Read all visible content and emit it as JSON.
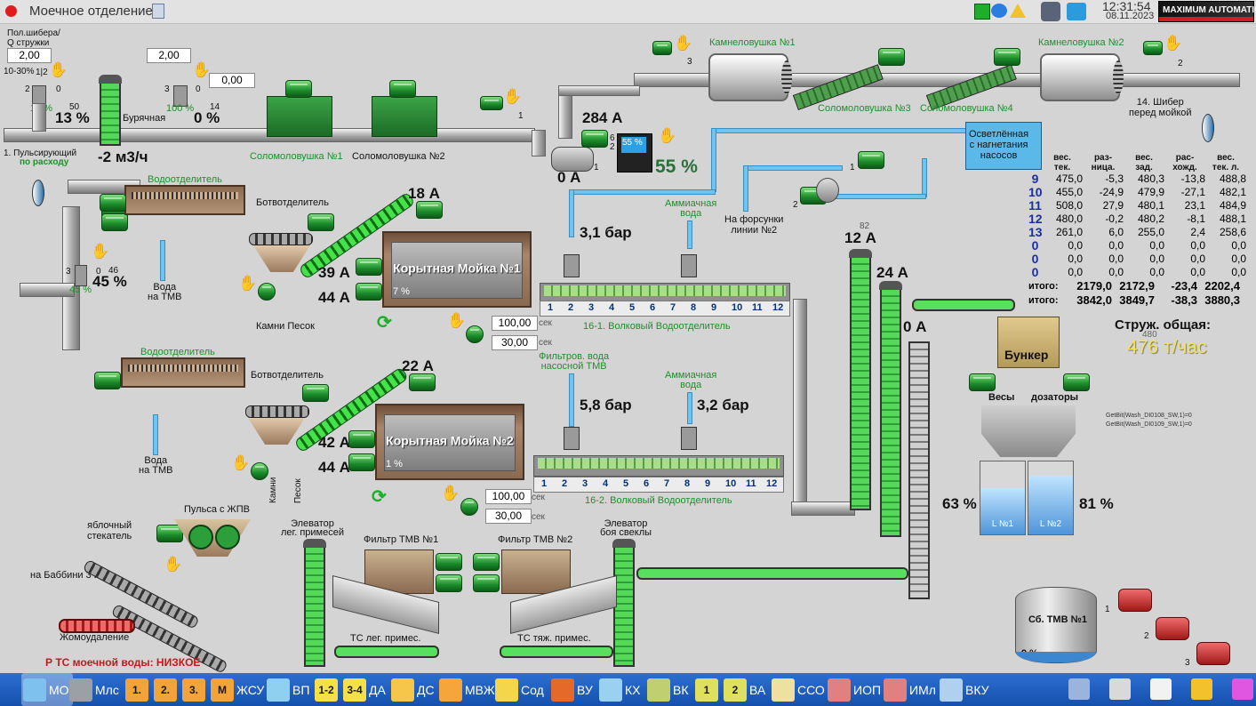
{
  "window": {
    "title": "Моечное отделение",
    "time": "12:31:54",
    "date": "08.11.2023",
    "logo": "MAXIMUM AUTOMATION"
  },
  "labels": {
    "shiber_pos": "Пол.шибера/\nQ стружки",
    "pct_range": "10-30%",
    "pump_12": "1|2",
    "pulsing_line1": "1. Пульсирующий",
    "pulsing_line2": "по расходу",
    "buryachnaya": "Бурячная",
    "zero": "0",
    "num_1": "1",
    "num_2": "2",
    "num_3": "3",
    "num_6": "6",
    "num_14": "14",
    "num_50": "50",
    "num_46": "46",
    "num_82": "82",
    "num_480": "480",
    "solom1": "Соломоловушка №1",
    "solom2": "Соломоловушка №2",
    "solom3": "Соломоловушка №3",
    "solom4": "Соломоловушка №4",
    "kamen1": "Камнеловушка №1",
    "kamen2": "Камнеловушка №2",
    "shiber14": "14. Шибер\nперед мойкой",
    "osv_water": "Осветлённая\nс нагнетания\nнасосов",
    "forsunki": "На форсунки\nлинии №2",
    "ammonia": "Аммиачная\nвода",
    "vodootd": "Водоотделитель",
    "botvootd": "Ботвотделитель",
    "voda_tmv": "Вода\nна ТМВ",
    "kamni_pesok": "Камни Песок",
    "kamni": "Камни",
    "pesok": "Песок",
    "washer1": "Корытная Мойка №1",
    "washer2": "Корытная Мойка №2",
    "sep1": "16-1. Волковый Водоотделитель",
    "sep2": "16-2. Волковый Водоотделитель",
    "filtrov": "Фильтров. вода\nнасосной ТМВ",
    "sek": "сек",
    "bunker": "Бункер",
    "vesy": "Весы",
    "dozatory": "дозаторы",
    "debug1": "GetBit(Wash_DI0108_SW,1)=0",
    "debug2": "GetBit(Wash_DI0109_SW,1)=0",
    "struzh": "Струж. общая:",
    "tank1": "L №1",
    "tank2": "L №2",
    "yablochny": "яблочный\nстекатель",
    "pulpa": "Пульса с ЖПВ",
    "babbini": "на Баббини 3 и 4",
    "zhomoud": "Жомоудаление",
    "elev_leg": "Элеватор\nлег. примесей",
    "elev_boy": "Элеватор\nбоя свеклы",
    "filter1": "Фильтр ТМВ №1",
    "filter2": "Фильтр ТМВ №2",
    "ts_leg": "ТС лег. примес.",
    "ts_tyazh": "ТС тяж. примес.",
    "warn": "Р ТС моечной воды: НИЗКОЕ",
    "sb_tmv": "Сб. ТМВ №1",
    "sb_pct": "9 %"
  },
  "values": {
    "shiber_in": "2,00",
    "shiber2_in": "2,00",
    "flow_in": "0,00",
    "pct13": "13 %",
    "pct13g": "13 %",
    "pct0": "0 %",
    "pct100g": "100 %",
    "flow": "-2 м3/ч",
    "pct45": "45 %",
    "pct45g": "45 %",
    "amp284": "284 А",
    "amp0a": "0 А",
    "pct55": "55 %",
    "pct55box": "55 %",
    "amp18": "18 А",
    "amp39": "39 А",
    "amp44a": "44 А",
    "amp22": "22 А",
    "amp42": "42 А",
    "amp44b": "44 А",
    "bar31": "3,1 бар",
    "bar58": "5,8 бар",
    "bar32": "3,2 бар",
    "amp12": "12 А",
    "amp24": "24 А",
    "amp0b": "0 А",
    "w1pct": "7 %",
    "w2pct": "1 %",
    "t1a": "100,00",
    "t1b": "30,00",
    "t2a": "100,00",
    "t2b": "30,00",
    "struzh_val": "476 т/час",
    "tank1_pct": "63 %",
    "tank2_pct": "81 %",
    "tank1_level": 0.63,
    "tank2_level": 0.81
  },
  "separator_cells": [
    "1",
    "2",
    "3",
    "4",
    "5",
    "6",
    "7",
    "8",
    "9",
    "10",
    "11",
    "12"
  ],
  "table": {
    "headers": [
      "вес.\nтек.",
      "раз-\nница.",
      "вес.\nзад.",
      "рас-\nхожд.",
      "вес.\nтек. л."
    ],
    "rows": [
      {
        "id": "9",
        "v": [
          "475,0",
          "-5,3",
          "480,3",
          "-13,8",
          "488,8"
        ]
      },
      {
        "id": "10",
        "v": [
          "455,0",
          "-24,9",
          "479,9",
          "-27,1",
          "482,1"
        ]
      },
      {
        "id": "11",
        "v": [
          "508,0",
          "27,9",
          "480,1",
          "23,1",
          "484,9"
        ]
      },
      {
        "id": "12",
        "v": [
          "480,0",
          "-0,2",
          "480,2",
          "-8,1",
          "488,1"
        ]
      },
      {
        "id": "13",
        "v": [
          "261,0",
          "6,0",
          "255,0",
          "2,4",
          "258,6"
        ]
      },
      {
        "id": "0",
        "v": [
          "0,0",
          "0,0",
          "0,0",
          "0,0",
          "0,0"
        ]
      },
      {
        "id": "0",
        "v": [
          "0,0",
          "0,0",
          "0,0",
          "0,0",
          "0,0"
        ]
      },
      {
        "id": "0",
        "v": [
          "0,0",
          "0,0",
          "0,0",
          "0,0",
          "0,0"
        ]
      }
    ],
    "totals": [
      {
        "label": "итого:",
        "v": [
          "2179,0",
          "2172,9",
          "-23,4",
          "2202,4"
        ]
      },
      {
        "label": "итого:",
        "v": [
          "3842,0",
          "3849,7",
          "-38,3",
          "3880,3"
        ]
      }
    ]
  },
  "taskbar": [
    {
      "label": "МО",
      "icon": "wash-icon",
      "color": "#7ec0ee",
      "active": true
    },
    {
      "label": "Млс",
      "icon": "molasses-icon",
      "color": "#9aa0a6"
    },
    {
      "label": "",
      "glyph": "1.",
      "color": "#f2a33a"
    },
    {
      "label": "",
      "glyph": "2.",
      "color": "#f2a33a"
    },
    {
      "label": "",
      "glyph": "3.",
      "color": "#f2a33a"
    },
    {
      "label": "ЖСУ",
      "glyph": "М",
      "color": "#f2a33a"
    },
    {
      "label": "ВП",
      "icon": "vp-icon",
      "color": "#8fd0f0"
    },
    {
      "label": "",
      "glyph": "1-2",
      "color": "#f5e04a"
    },
    {
      "label": "ДА",
      "glyph": "3-4",
      "color": "#f5e04a"
    },
    {
      "label": "ДС",
      "icon": "ds-icon",
      "color": "#f5c64a"
    },
    {
      "label": "МВЖ",
      "icon": "mvzh-icon",
      "color": "#f5a53a"
    },
    {
      "label": "Сод",
      "icon": "sod-icon",
      "color": "#f5d64a"
    },
    {
      "label": "ВУ",
      "icon": "vu-icon",
      "color": "#e56a2a"
    },
    {
      "label": "КХ",
      "icon": "kh-icon",
      "color": "#9ad0f0"
    },
    {
      "label": "ВК",
      "icon": "vk-icon",
      "color": "#c0d070"
    },
    {
      "label": "",
      "glyph": "1",
      "color": "#e0e060"
    },
    {
      "label": "ВА",
      "glyph": "2",
      "color": "#e0e060"
    },
    {
      "label": "ССО",
      "icon": "sso-icon",
      "color": "#f0e0a0"
    },
    {
      "label": "ИОП",
      "icon": "iop-icon",
      "color": "#e08080"
    },
    {
      "label": "ИМл",
      "icon": "iml-icon",
      "color": "#e08080"
    },
    {
      "label": "ВКУ",
      "icon": "vku-icon",
      "color": "#b0d0f0"
    }
  ],
  "colors": {
    "accent_green": "#1e8f2a",
    "warning": "#c21a1a",
    "taskbar": "#1d5fc4",
    "value_yellow": "#f3e35a"
  }
}
